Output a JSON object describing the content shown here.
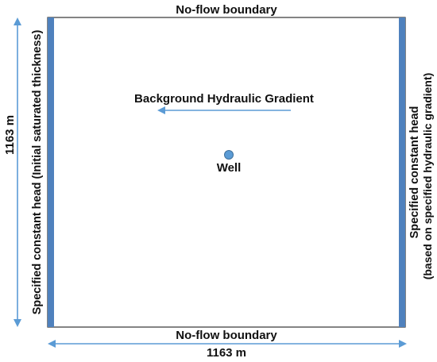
{
  "labels": {
    "top_boundary": "No-flow boundary",
    "bottom_boundary": "No-flow boundary",
    "left_boundary": "Specified constant head (Initial saturated thickness)",
    "right_boundary_line1": "Specified constant head",
    "right_boundary_line2": "(based on specified hydraulic gradient)",
    "gradient": "Background Hydraulic Gradient",
    "well": "Well",
    "dimension_vertical": "1163 m",
    "dimension_horizontal": "1163 m"
  },
  "colors": {
    "boundary": "#4f81bd",
    "arrow": "#5b9bd5",
    "well_fill": "#5b9bd5",
    "well_stroke": "#41719c",
    "text": "#111111"
  }
}
